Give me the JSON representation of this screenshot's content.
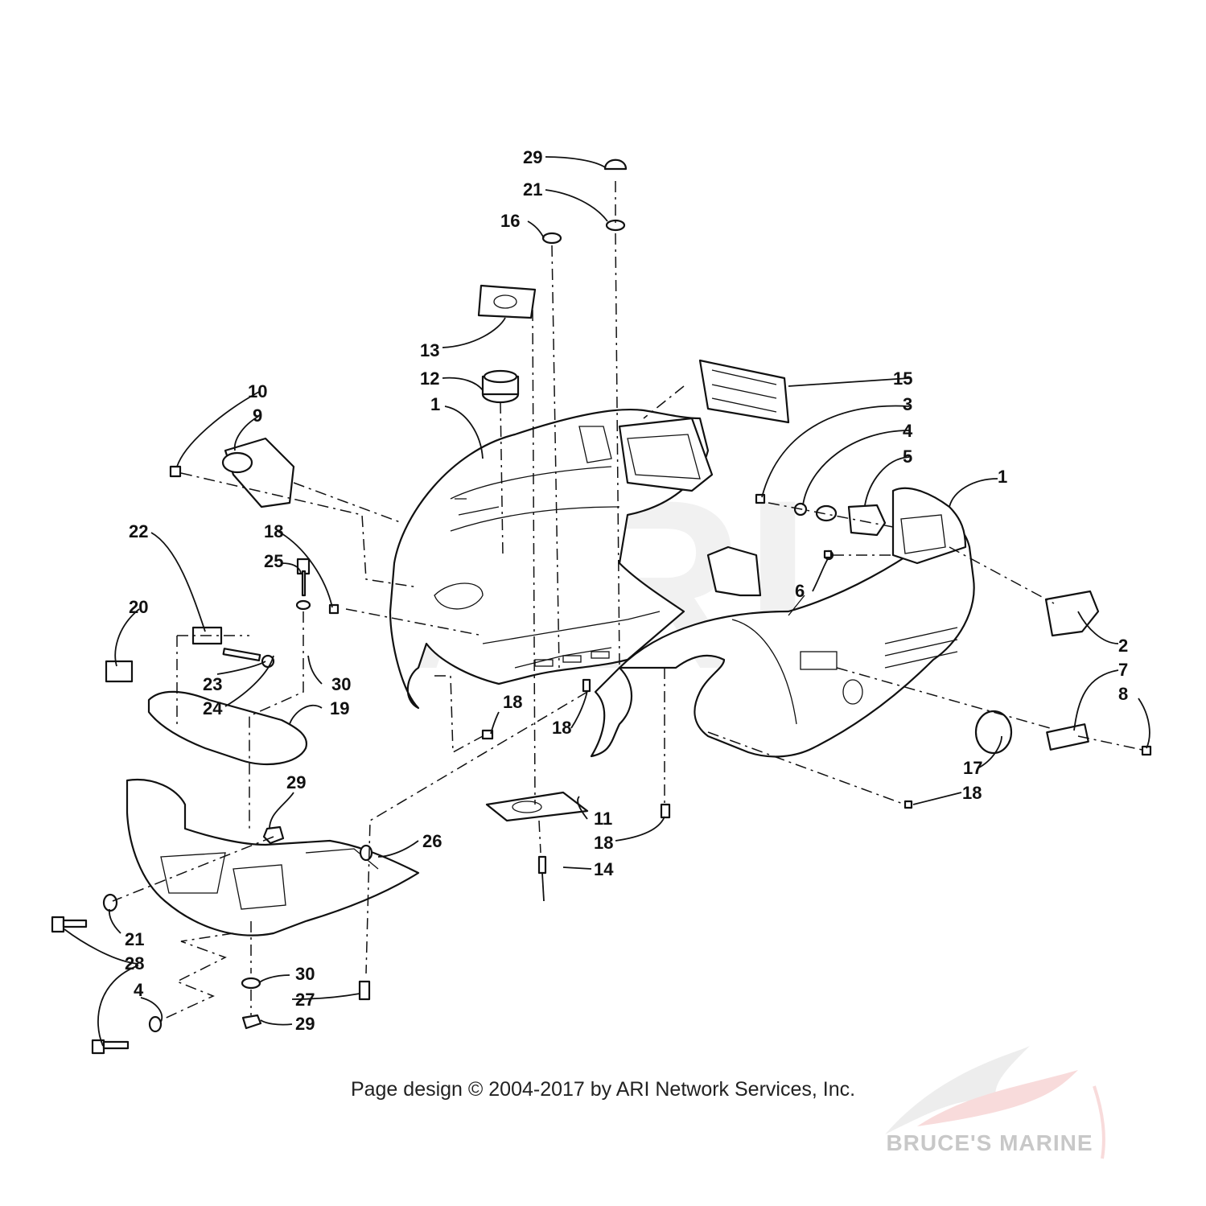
{
  "callouts": [
    {
      "id": "c29a",
      "text": "29"
    },
    {
      "id": "c21a",
      "text": "21"
    },
    {
      "id": "c16",
      "text": "16"
    },
    {
      "id": "c13",
      "text": "13"
    },
    {
      "id": "c12",
      "text": "12"
    },
    {
      "id": "c1a",
      "text": "1"
    },
    {
      "id": "c15",
      "text": "15"
    },
    {
      "id": "c3",
      "text": "3"
    },
    {
      "id": "c4a",
      "text": "4"
    },
    {
      "id": "c5",
      "text": "5"
    },
    {
      "id": "c1b",
      "text": "1"
    },
    {
      "id": "c10",
      "text": "10"
    },
    {
      "id": "c9",
      "text": "9"
    },
    {
      "id": "c22",
      "text": "22"
    },
    {
      "id": "c18a",
      "text": "18"
    },
    {
      "id": "c25",
      "text": "25"
    },
    {
      "id": "c6",
      "text": "6"
    },
    {
      "id": "c20",
      "text": "20"
    },
    {
      "id": "c2",
      "text": "2"
    },
    {
      "id": "c7",
      "text": "7"
    },
    {
      "id": "c8",
      "text": "8"
    },
    {
      "id": "c30a",
      "text": "30"
    },
    {
      "id": "c23",
      "text": "23"
    },
    {
      "id": "c24",
      "text": "24"
    },
    {
      "id": "c19",
      "text": "19"
    },
    {
      "id": "c18b",
      "text": "18"
    },
    {
      "id": "c18c",
      "text": "18"
    },
    {
      "id": "c17",
      "text": "17"
    },
    {
      "id": "c18d",
      "text": "18"
    },
    {
      "id": "c29b",
      "text": "29"
    },
    {
      "id": "c11",
      "text": "11"
    },
    {
      "id": "c18e",
      "text": "18"
    },
    {
      "id": "c26",
      "text": "26"
    },
    {
      "id": "c14",
      "text": "14"
    },
    {
      "id": "c21b",
      "text": "21"
    },
    {
      "id": "c28",
      "text": "28"
    },
    {
      "id": "c30b",
      "text": "30"
    },
    {
      "id": "c4b",
      "text": "4"
    },
    {
      "id": "c27",
      "text": "27"
    },
    {
      "id": "c29c",
      "text": "29"
    }
  ],
  "watermark_letters": "ARI",
  "copyright": "Page design © 2004-2017 by ARI Network Services, Inc.",
  "watermark_name": "BRUCE'S MARINE",
  "colors": {
    "ink": "#111111",
    "background": "#ffffff",
    "watermark": "#d8d8d8"
  }
}
